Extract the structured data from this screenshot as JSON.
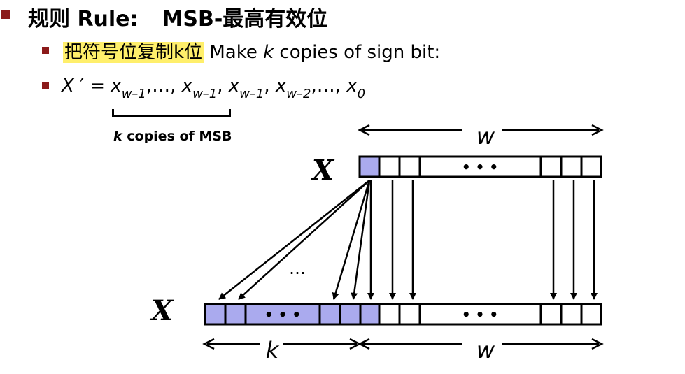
{
  "title": {
    "main": "规则 Rule:",
    "tail": "MSB-最高有效位"
  },
  "bullet2": {
    "highlighted": "把符号位复制k位",
    "rest_prefix": " Make ",
    "rest_k": "k",
    "rest_suffix": " copies of sign bit:"
  },
  "formula": {
    "lhs": "X",
    "prime": " ′ = ",
    "x": "x",
    "sub_w1": "w–1",
    "sub_w2": "w–2",
    "sub_0": "0",
    "sep_dots": ",…,",
    "comma": ","
  },
  "brace_label": {
    "k": "k",
    "text": " copies of MSB"
  },
  "diagram": {
    "top_label": "X",
    "bottom_label": "X",
    "width_label_top": "w",
    "width_label_bottom": "w",
    "k_label": "k",
    "ellipsis": "• • •",
    "arrow_ellipsis": "…",
    "colors": {
      "sign_fill": "#aaaaee",
      "stroke": "#000000"
    }
  }
}
